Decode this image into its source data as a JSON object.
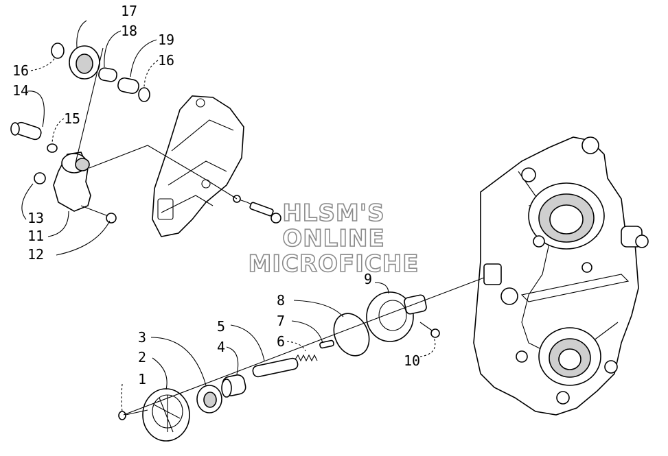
{
  "diagram": {
    "labels": {
      "l1": "1",
      "l2": "2",
      "l3": "3",
      "l4": "4",
      "l5": "5",
      "l6": "6",
      "l7": "7",
      "l8": "8",
      "l9": "9",
      "l10": "10",
      "l11": "11",
      "l12": "12",
      "l13": "13",
      "l14": "14",
      "l15": "15",
      "l16a": "16",
      "l16b": "16",
      "l17": "17",
      "l18": "18",
      "l19": "19"
    },
    "watermark": {
      "line1": "HLSM'S",
      "line2": "ONLINE",
      "line3": "MICROFICHE"
    }
  }
}
